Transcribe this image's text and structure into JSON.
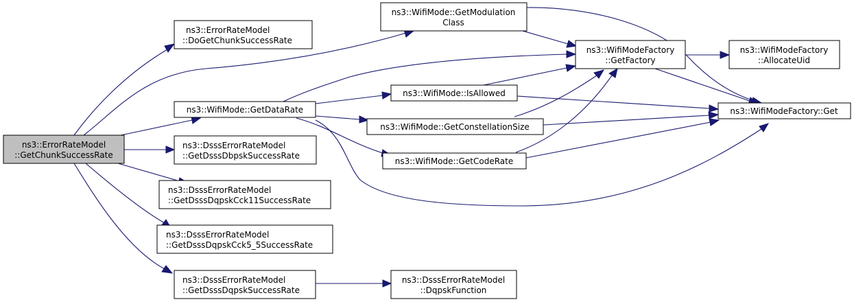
{
  "graph": {
    "nodes": {
      "root": {
        "lines": [
          "ns3::ErrorRateModel",
          "::GetChunkSuccessRate"
        ]
      },
      "do_get_chunk": {
        "lines": [
          "ns3::ErrorRateModel",
          "::DoGetChunkSuccessRate"
        ]
      },
      "get_data_rate": {
        "lines": [
          "ns3::WifiMode::GetDataRate"
        ]
      },
      "dbpsk": {
        "lines": [
          "ns3::DsssErrorRateModel",
          "::GetDsssDbpskSuccessRate"
        ]
      },
      "dqpsk_cck11": {
        "lines": [
          "ns3::DsssErrorRateModel",
          "::GetDsssDqpskCck11SuccessRate"
        ]
      },
      "dqpsk_cck5": {
        "lines": [
          "ns3::DsssErrorRateModel",
          "::GetDsssDqpskCck5_5SuccessRate"
        ]
      },
      "dqpsk": {
        "lines": [
          "ns3::DsssErrorRateModel",
          "::GetDsssDqpskSuccessRate"
        ]
      },
      "get_mod_class": {
        "lines": [
          "ns3::WifiMode::GetModulation",
          "Class"
        ]
      },
      "is_allowed": {
        "lines": [
          "ns3::WifiMode::IsAllowed"
        ]
      },
      "get_const_size": {
        "lines": [
          "ns3::WifiMode::GetConstellationSize"
        ]
      },
      "get_code_rate": {
        "lines": [
          "ns3::WifiMode::GetCodeRate"
        ]
      },
      "dqpsk_function": {
        "lines": [
          "ns3::DsssErrorRateModel",
          "::DqpskFunction"
        ]
      },
      "get_factory": {
        "lines": [
          "ns3::WifiModeFactory",
          "::GetFactory"
        ]
      },
      "allocate_uid": {
        "lines": [
          "ns3::WifiModeFactory",
          "::AllocateUid"
        ]
      },
      "factory_get": {
        "lines": [
          "ns3::WifiModeFactory::Get"
        ]
      }
    },
    "edge_color": "#191970",
    "root_fill": "#bfbfbf"
  }
}
